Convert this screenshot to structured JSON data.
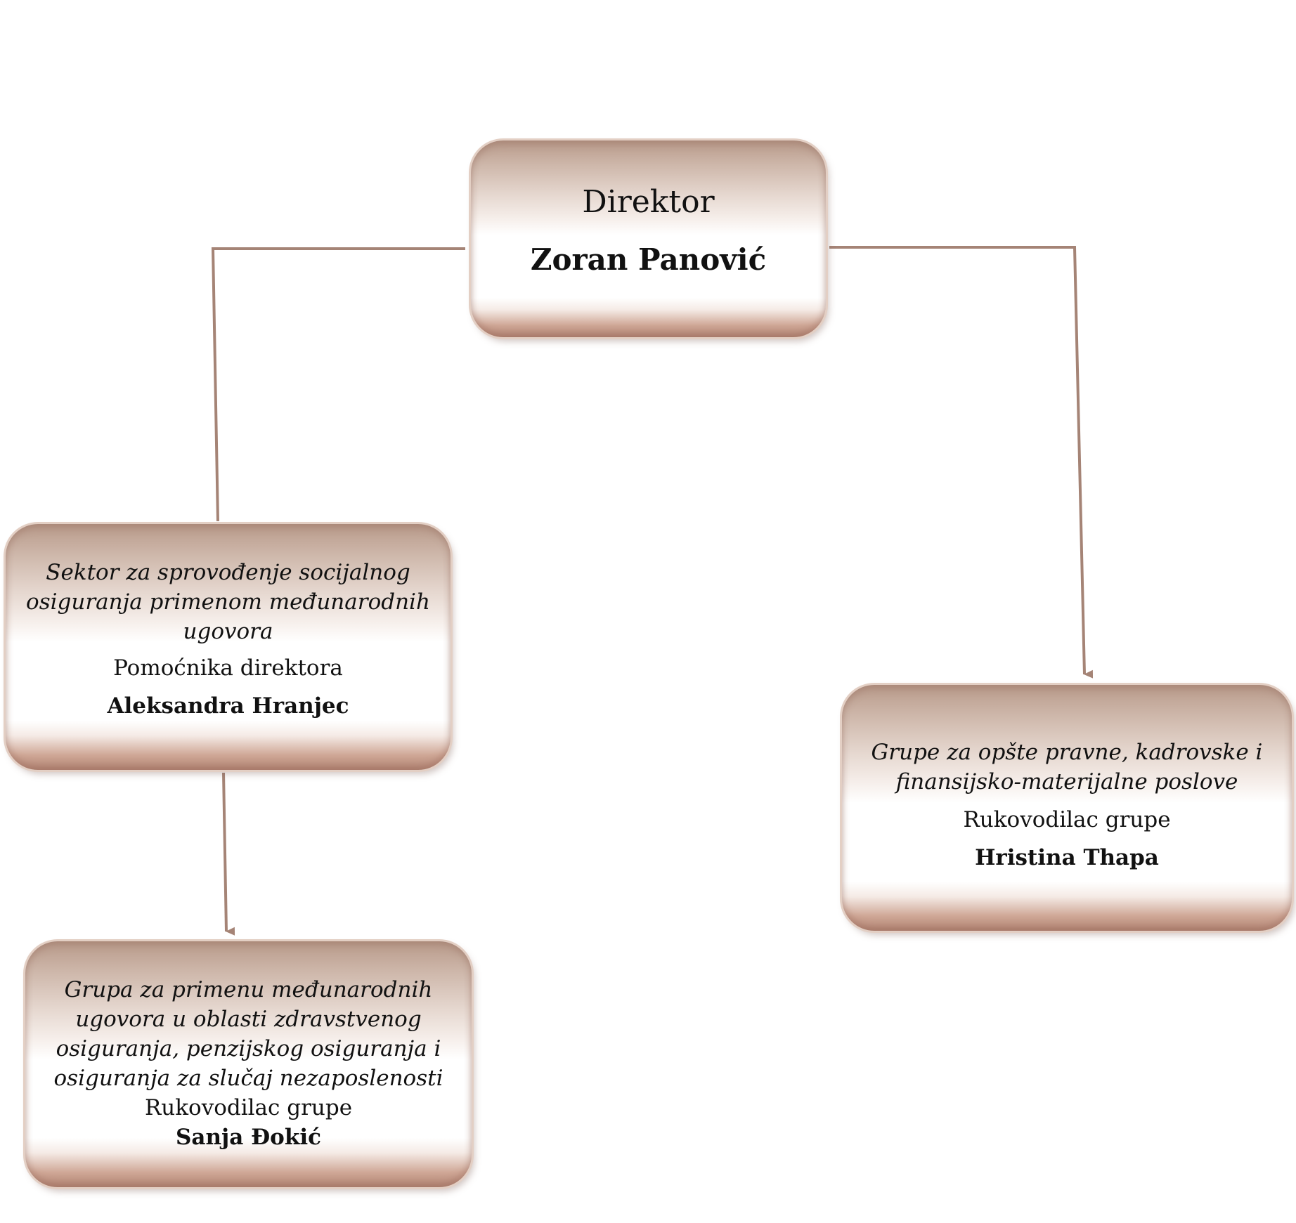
{
  "director": {
    "role": "Direktor",
    "name": "Zoran Panović"
  },
  "sector": {
    "unit": "Sektor za sprovođenje socijalnog osiguranja primenom međunarodnih ugovora",
    "role": "Pomoćnika direktora",
    "name": "Aleksandra Hranjec"
  },
  "group_legal": {
    "unit": "Grupe za opšte pravne, kadrovske i finansijsko-materijalne poslove",
    "role": "Rukovodilac grupe",
    "name": "Hristina Thapa"
  },
  "group_intl": {
    "unit": "Grupa za primenu međunarodnih ugovora u oblasti zdravstvenog osiguranja, penzijskog osiguranja i osiguranja za slučaj nezaposlenosti",
    "role": "Rukovodilac grupe",
    "name": "Sanja Đokić"
  },
  "colors": {
    "connector": "#a58476",
    "box_border": "#e3cfc4",
    "box_dark": "#b48776"
  }
}
